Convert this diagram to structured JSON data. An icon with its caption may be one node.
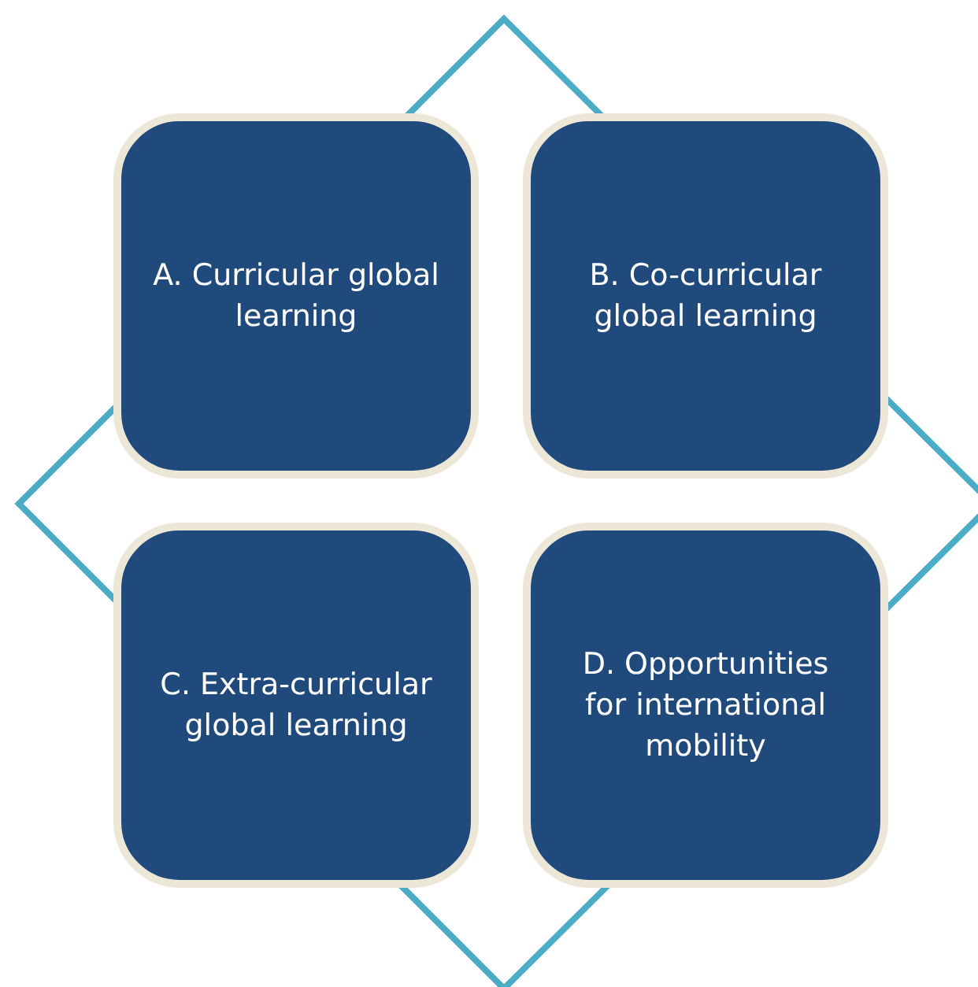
{
  "diagram": {
    "nodes": [
      {
        "text": [
          "A. Curricular global learning"
        ]
      },
      {
        "text": [
          "B. Co-curricular global learning"
        ]
      },
      {
        "text": [
          "C. Extra-curricular global learning"
        ]
      },
      {
        "text": [
          "D. Opportunities for international mobility"
        ]
      }
    ]
  }
}
